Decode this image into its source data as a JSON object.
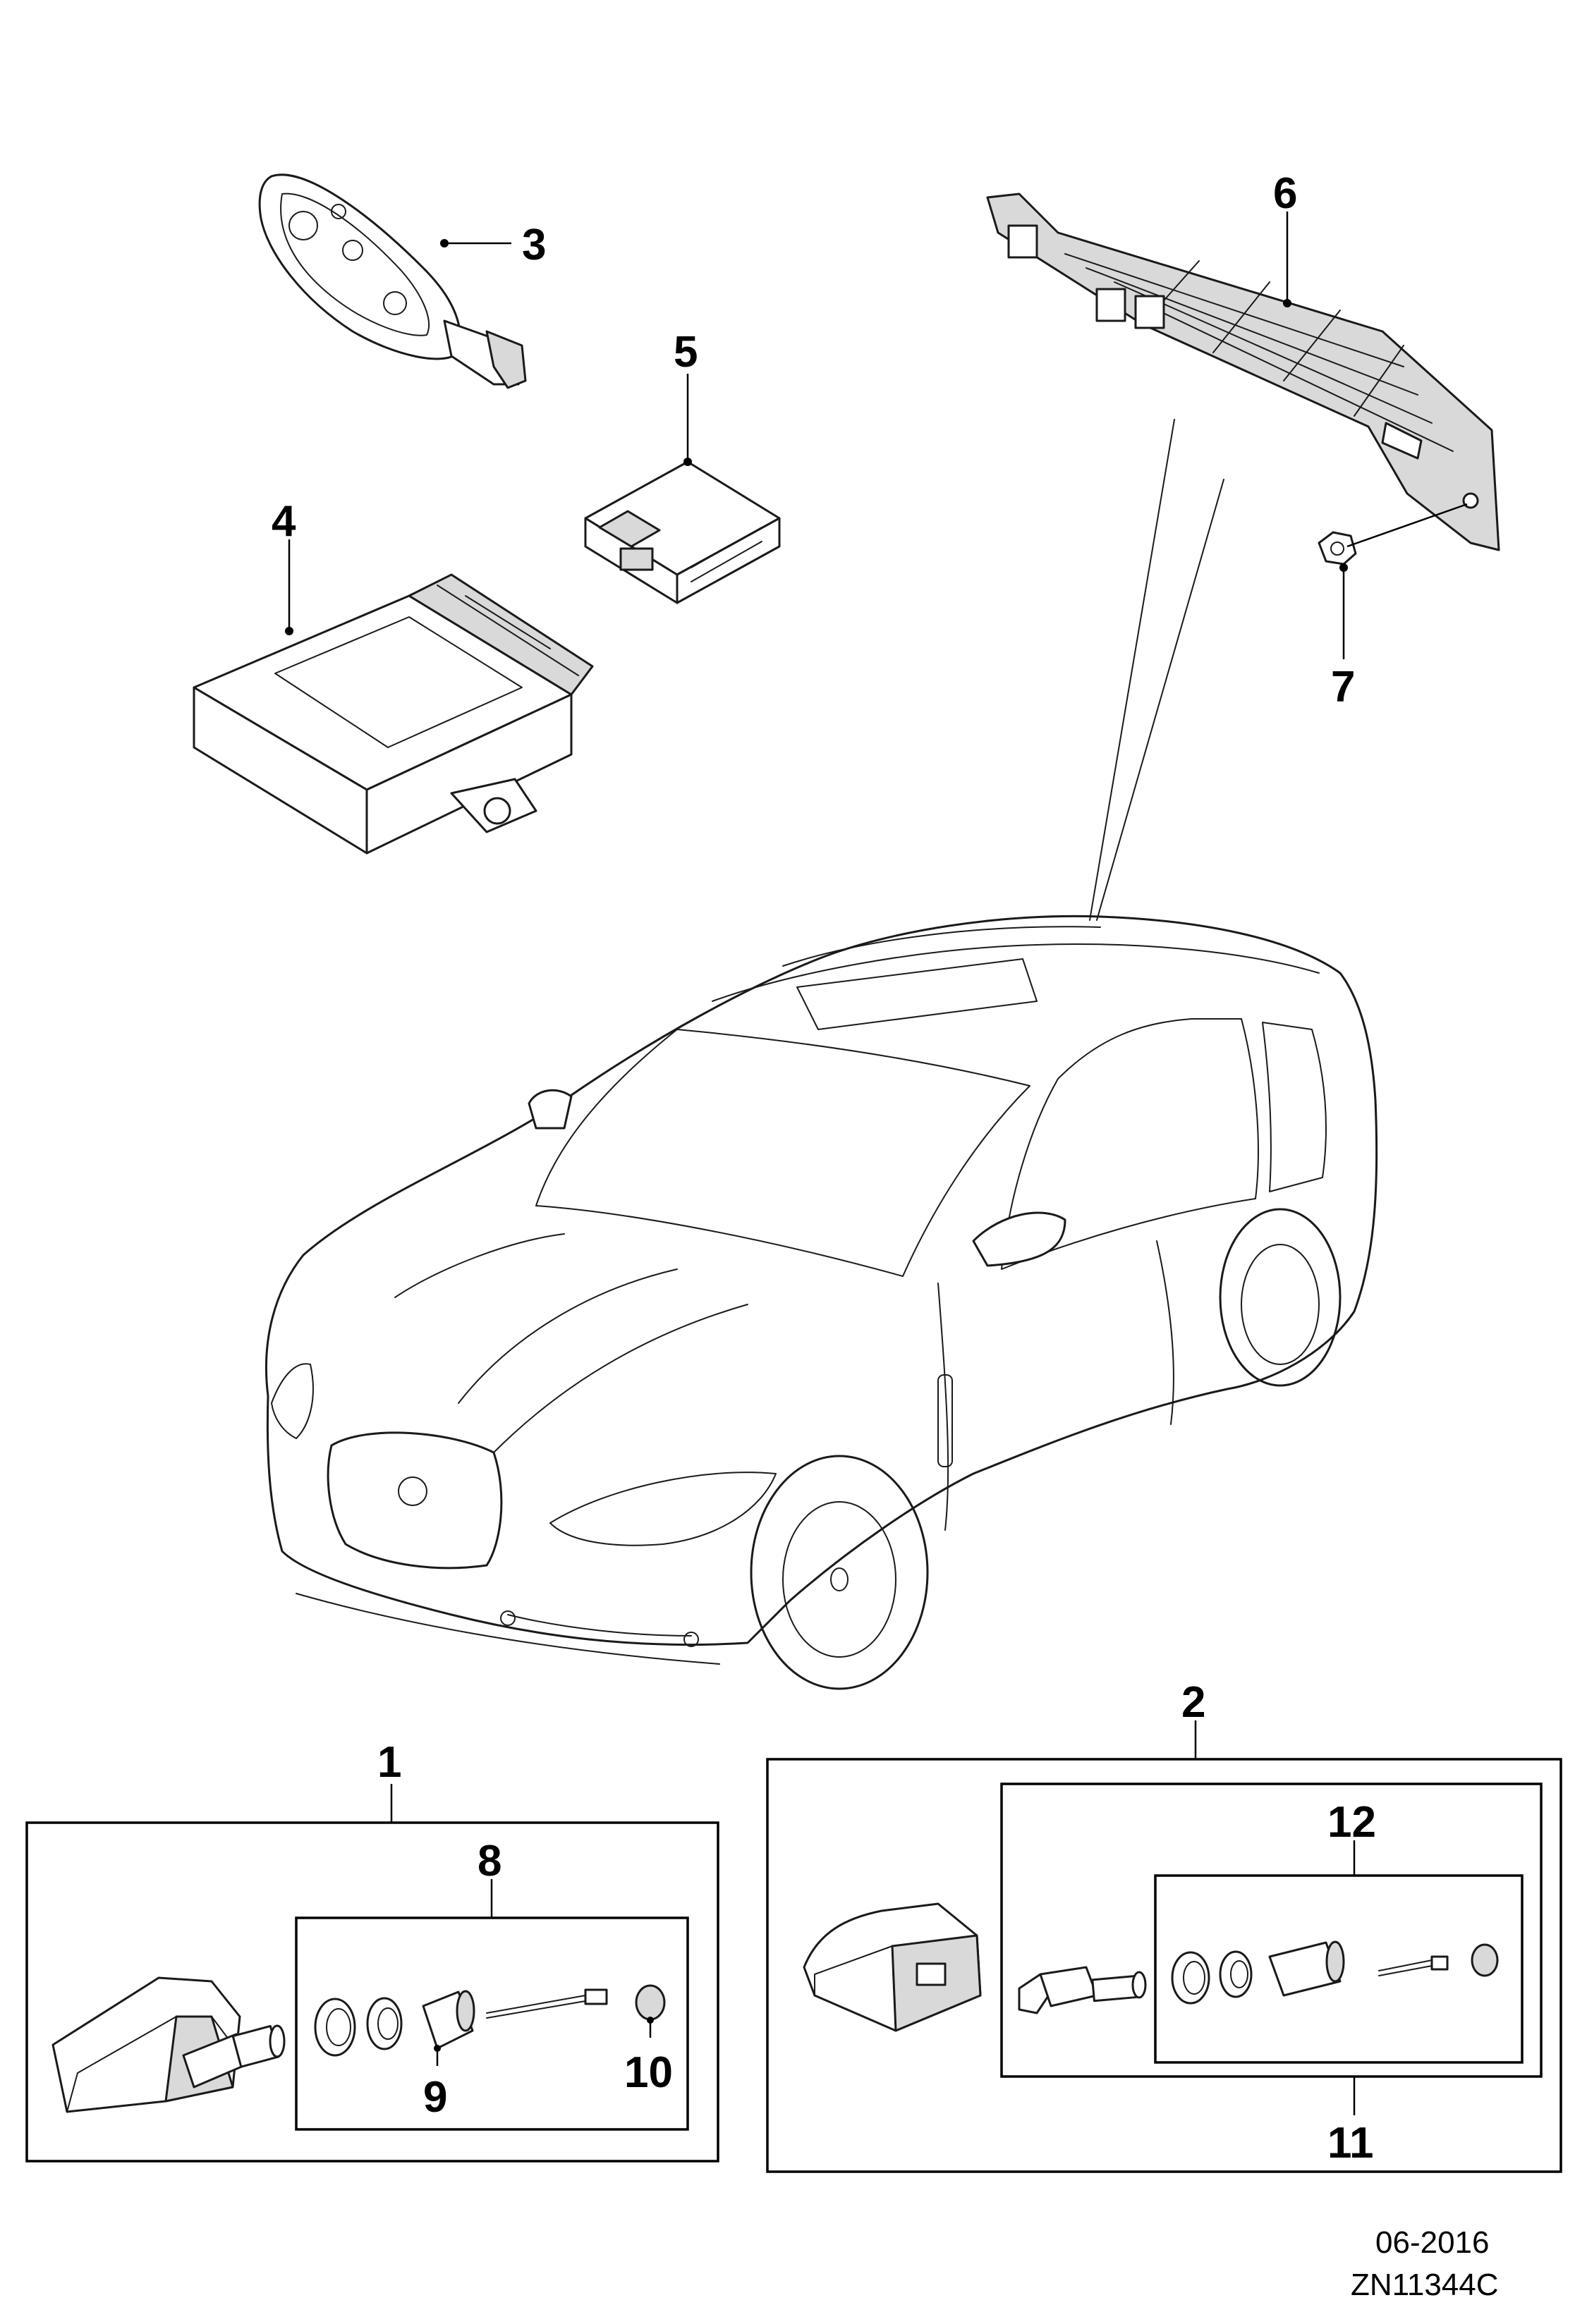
{
  "callouts": {
    "c1": "1",
    "c2": "2",
    "c3": "3",
    "c4": "4",
    "c5": "5",
    "c6": "6",
    "c7": "7",
    "c8": "8",
    "c9": "9",
    "c10": "10",
    "c11": "11",
    "c12": "12"
  },
  "footer": {
    "date": "06-2016",
    "code": "ZN11344C"
  }
}
